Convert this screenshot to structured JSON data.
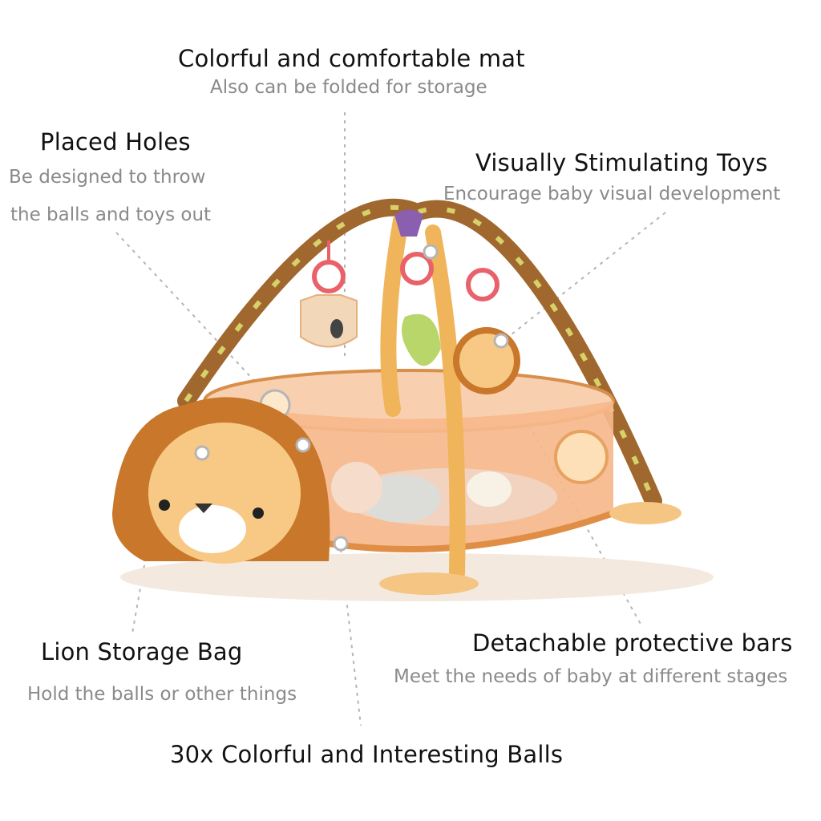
{
  "callouts": {
    "mat": {
      "title": "Colorful and comfortable mat",
      "subtitle": "Also can be folded for storage"
    },
    "holes": {
      "title": "Placed Holes",
      "subtitle_line1": "Be designed to throw",
      "subtitle_line2": "the balls and toys out"
    },
    "toys": {
      "title": "Visually Stimulating Toys",
      "subtitle": "Encourage baby visual development"
    },
    "lion_bag": {
      "title": "Lion Storage Bag",
      "subtitle": "Hold the balls or other things"
    },
    "bars": {
      "title": "Detachable protective bars",
      "subtitle": "Meet the needs of baby at different stages"
    },
    "balls": {
      "title": "30x Colorful and Interesting Balls"
    }
  },
  "colors": {
    "arch_brown": "#a0682e",
    "mesh_peach": "#f6b98c",
    "lion_face": "#f7c984",
    "mane": "#c9772a",
    "ring_pink": "#e9626b",
    "leaf_green": "#b8d66a",
    "leader_gray": "#b5b5b5"
  }
}
